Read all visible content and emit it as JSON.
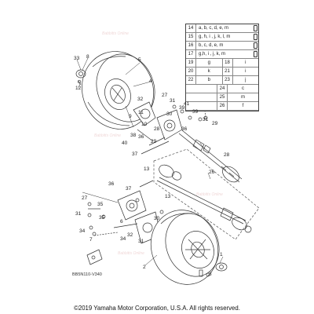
{
  "diagram_code": "BB5N110-V340",
  "copyright": "©2019 Yamaha Motor Corporation, U.S.A. All rights reserved.",
  "watermark": "Babbitts Online",
  "legend": {
    "rows": [
      {
        "num": "14",
        "text": "a, b, c, d, e, m"
      },
      {
        "num": "15",
        "text": "g, h, i , j, k, l, m"
      },
      {
        "num": "16",
        "text": "b, c, d, e, m"
      },
      {
        "num": "17",
        "text": "g,h, i , j, k, m"
      }
    ],
    "pairs": [
      {
        "n1": "19",
        "v1": "g",
        "n2": "18",
        "v2": "i"
      },
      {
        "n1": "20",
        "v1": "k",
        "n2": "21",
        "v2": "i"
      },
      {
        "n1": "22",
        "v1": "b",
        "n2": "23",
        "v2": "j"
      }
    ],
    "singles": [
      {
        "num": "24",
        "val": "c"
      },
      {
        "num": "25",
        "val": "m"
      },
      {
        "num": "26",
        "val": "f"
      }
    ]
  },
  "callouts": [
    "33",
    "8",
    "12",
    "5",
    "4",
    "27",
    "32",
    "31",
    "30",
    "11",
    "10",
    "9",
    "41",
    "39",
    "28",
    "29",
    "36",
    "38",
    "40",
    "37",
    "34",
    "35",
    "7",
    "6",
    "13",
    "1",
    "3",
    "2"
  ]
}
